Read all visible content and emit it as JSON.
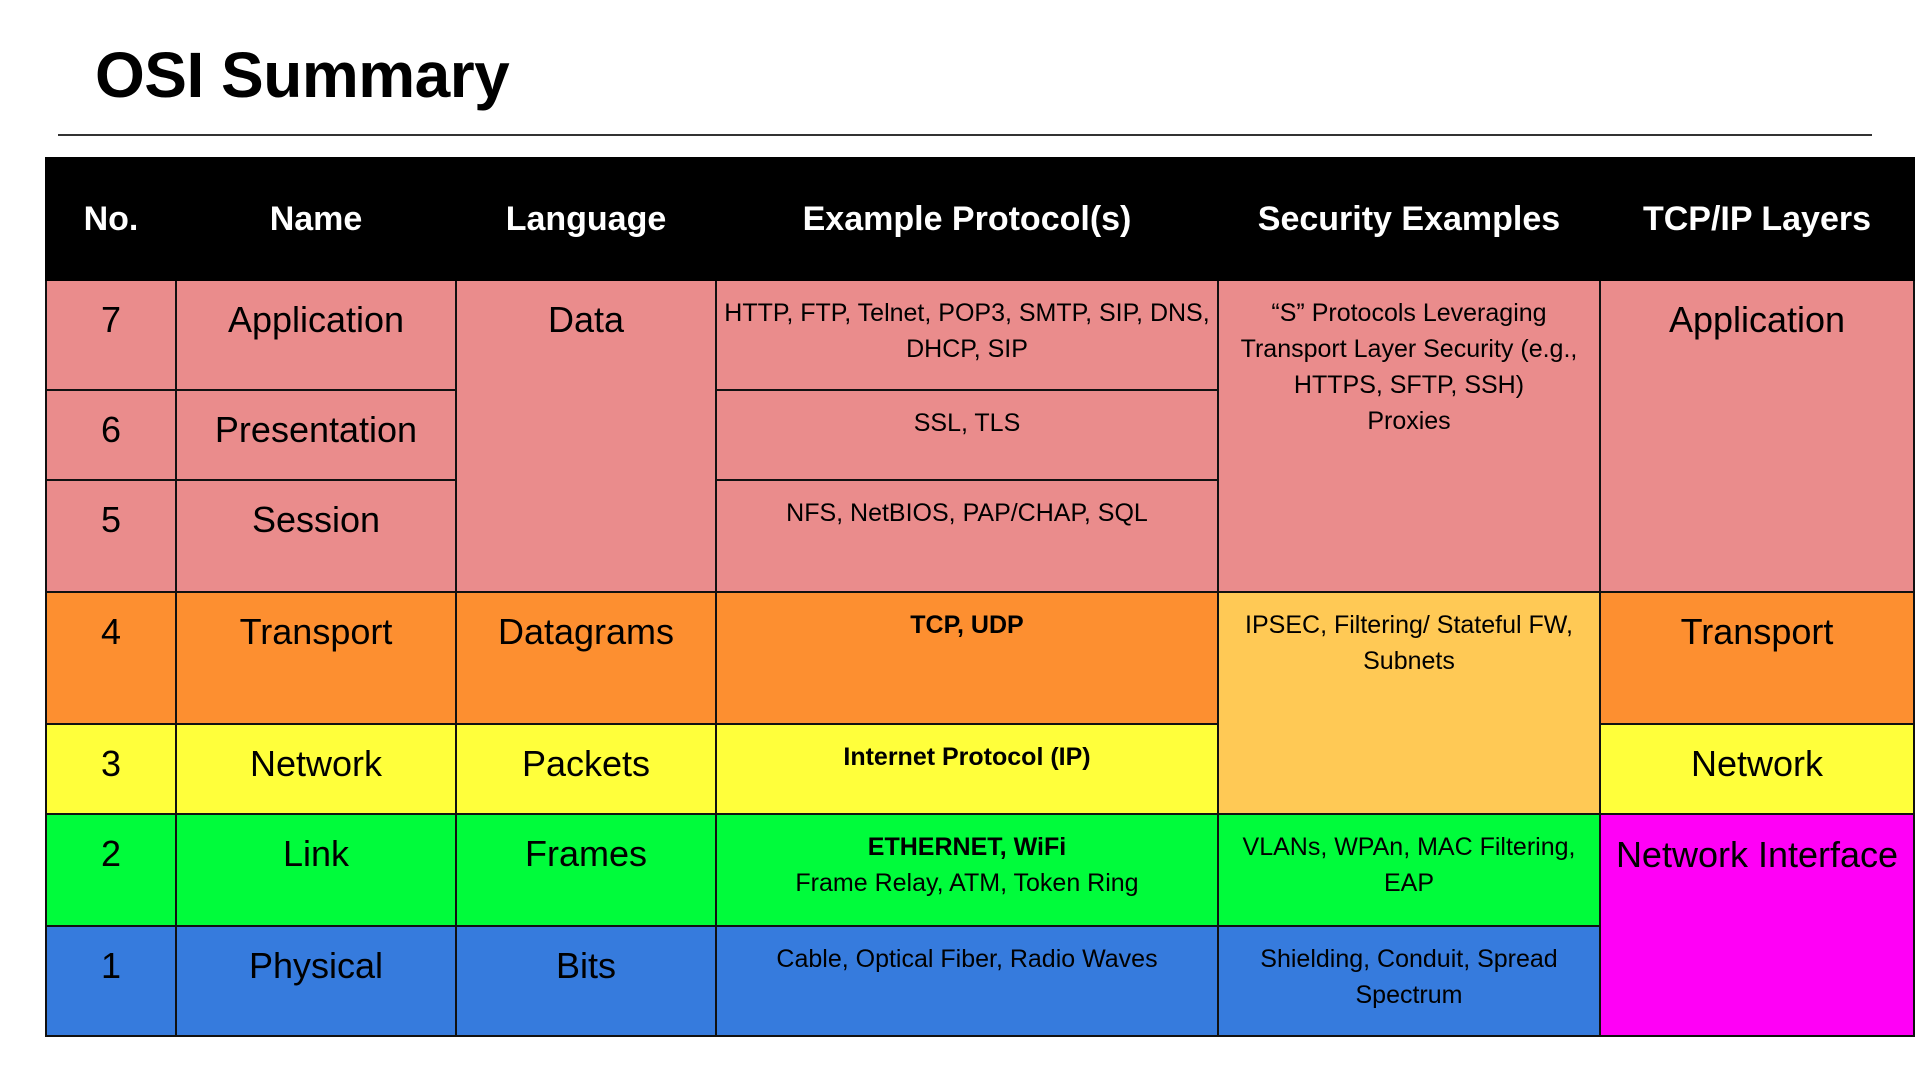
{
  "page": {
    "title": "OSI Summary"
  },
  "colors": {
    "upper_layers": "#ea8c8c",
    "transport": "#fd8f30",
    "network": "#ffff3b",
    "link": "#00fc3b",
    "physical": "#367bdd",
    "security_transport_network": "#ffc955",
    "network_interface": "#ff00f6",
    "header_bg": "#000000"
  },
  "table": {
    "headers": {
      "no": "No.",
      "name": "Name",
      "language": "Language",
      "protocols": "Example Protocol(s)",
      "security": "Security Examples",
      "tcpip": "TCP/IP Layers"
    },
    "rows": {
      "r7": {
        "no": "7",
        "name": "Application",
        "protocols": "HTTP, FTP, Telnet, POP3, SMTP, SIP, DNS, DHCP, SIP"
      },
      "r6": {
        "no": "6",
        "name": "Presentation",
        "protocols": "SSL, TLS"
      },
      "r5": {
        "no": "5",
        "name": "Session",
        "protocols": "NFS, NetBIOS, PAP/CHAP, SQL"
      },
      "r4": {
        "no": "4",
        "name": "Transport",
        "language": "Datagrams",
        "protocols": "TCP, UDP",
        "tcpip": "Transport"
      },
      "r3": {
        "no": "3",
        "name": "Network",
        "language": "Packets",
        "protocols": "Internet Protocol (IP)",
        "tcpip": "Network"
      },
      "r2": {
        "no": "2",
        "name": "Link",
        "language": "Frames",
        "protocols_bold": "ETHERNET, WiFi",
        "protocols": "Frame Relay, ATM, Token Ring",
        "security": "VLANs, WPAn, MAC Filtering, EAP"
      },
      "r1": {
        "no": "1",
        "name": "Physical",
        "language": "Bits",
        "protocols": "Cable, Optical Fiber, Radio Waves",
        "security": "Shielding, Conduit, Spread Spectrum"
      }
    },
    "merged": {
      "language_upper": "Data",
      "security_upper_line1": "“S” Protocols Leveraging Transport Layer Security (e.g., HTTPS, SFTP, SSH)",
      "security_upper_line2": "Proxies",
      "security_transport_network": "IPSEC, Filtering/ Stateful FW, Subnets",
      "tcpip_upper": "Application",
      "tcpip_netif": "Network Interface"
    }
  }
}
